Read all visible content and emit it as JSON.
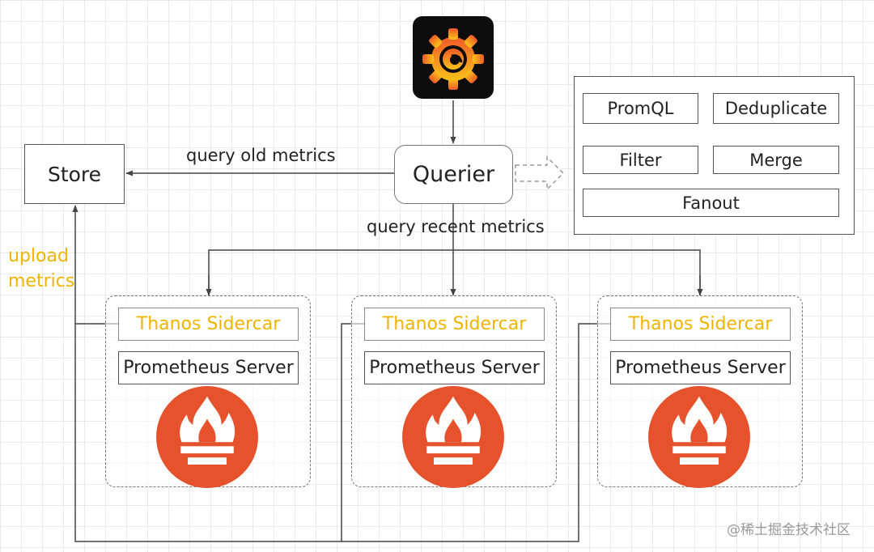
{
  "store": {
    "label": "Store"
  },
  "querier": {
    "label": "Querier"
  },
  "edges": {
    "query_old": "query old metrics",
    "query_recent": "query recent metrics",
    "upload_line1": "upload",
    "upload_line2": "metrics"
  },
  "pipeline": {
    "promql": "PromQL",
    "filter": "Filter",
    "fanout": "Fanout",
    "merge": "Merge",
    "deduplicate": "Deduplicate"
  },
  "clusters": [
    {
      "sidecar": "Thanos Sidercar",
      "server": "Prometheus Server"
    },
    {
      "sidecar": "Thanos Sidercar",
      "server": "Prometheus Server"
    },
    {
      "sidecar": "Thanos Sidercar",
      "server": "Prometheus Server"
    }
  ],
  "watermark": "@稀土掘金技术社区",
  "colors": {
    "highlight": "#f0b400",
    "prometheus": "#e6522c",
    "grafana_bg": "#0d0d0d",
    "grafana_orange": "#f47a20"
  },
  "icons": {
    "top": "grafana-logo",
    "cluster": "prometheus-logo"
  }
}
